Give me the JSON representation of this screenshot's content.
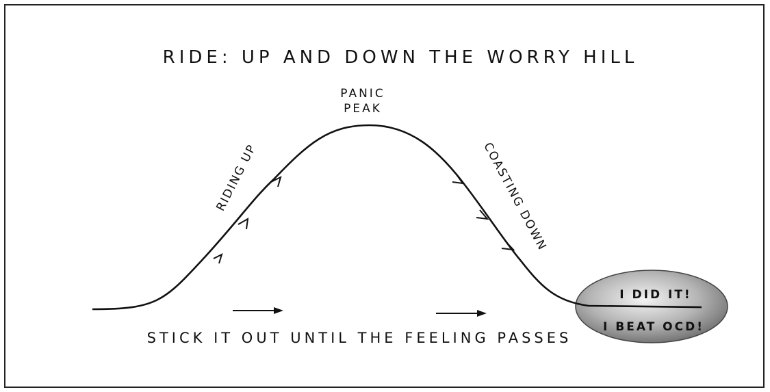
{
  "title": "RIDE: UP AND DOWN  THE  WORRY  HILL",
  "peak_label_line1": "PANIC",
  "peak_label_line2": "PEAK",
  "left_slope_label": "RIDING UP",
  "right_slope_label": "COASTING DOWN",
  "bottom_label": "STICK IT OUT UNTIL THE FEELING PASSES",
  "ellipse_line1": "I DID IT!",
  "ellipse_line2": "I BEAT OCD!",
  "colors": {
    "line": "#111111",
    "ellipse_light": "#f2f2f2",
    "ellipse_dark": "#6e6e6e"
  }
}
